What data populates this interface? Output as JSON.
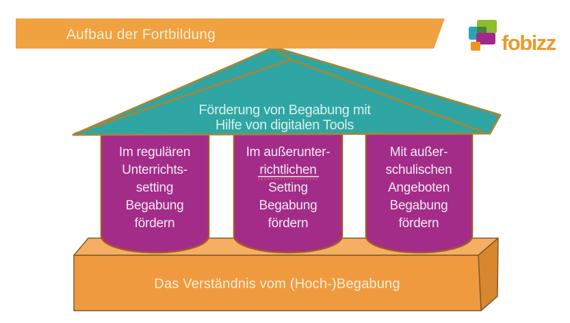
{
  "slide": {
    "background": "#FFFFFF"
  },
  "banner": {
    "label": "Aufbau der Fortbildung",
    "color": "#F0A140",
    "text_color": "#F8EFD4"
  },
  "logo": {
    "brand": "fobizz",
    "text_color": "#E89C2C",
    "squares": {
      "green": "#8CBD2F",
      "teal": "#29A3B8",
      "magenta": "#A5268D",
      "orange": "#EF9420",
      "overlap": "#44843D"
    }
  },
  "roof": {
    "line1": "Förderung von Begabung mit",
    "line2": "Hilfe von digitalen Tools",
    "fill": "#2FA6A3",
    "stroke": "#A1873C",
    "text_color": "#D9F0EE"
  },
  "pillars": {
    "fill": "#A32C88",
    "stroke": "#A05A28",
    "text_color": "#F4E9F2",
    "items": [
      {
        "lines": [
          "Im regulären",
          "Unterrichts-",
          "setting",
          "Begabung",
          "fördern"
        ]
      },
      {
        "lines": [
          "Im außerunter-",
          "richtlichen",
          "Setting",
          "Begabung",
          "fördern"
        ],
        "underlined_word": "richtlichen",
        "spellcheck_color": "#E0506A"
      },
      {
        "lines": [
          "Mit außer-",
          "schulischen",
          "Angeboten",
          "Begabung",
          "fördern"
        ]
      }
    ]
  },
  "base": {
    "label": "Das Verständnis vom (Hoch-)Begabung",
    "front": "#F09A40",
    "top": "#F5AE62",
    "side": "#D8872F",
    "stroke": "#7B5B2B",
    "text_color": "#F7EFD5"
  }
}
